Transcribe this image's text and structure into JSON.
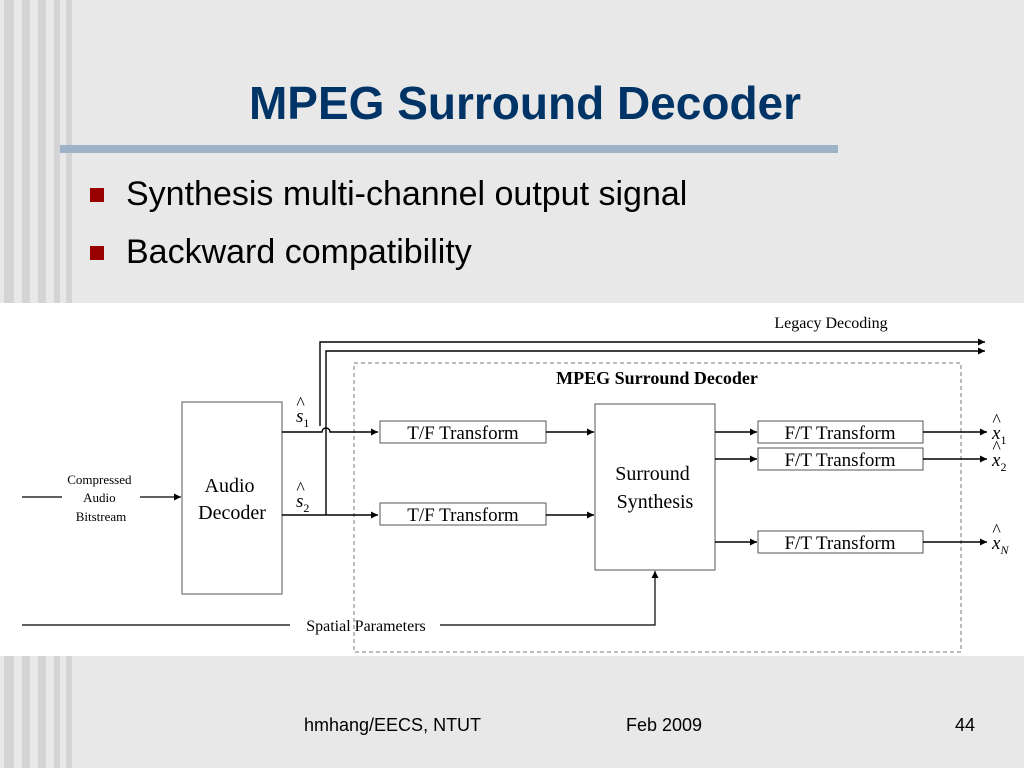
{
  "slide": {
    "title": "MPEG Surround Decoder",
    "bullets": [
      "Synthesis multi-channel output signal",
      "Backward compatibility"
    ]
  },
  "diagram": {
    "legacy_label": "Legacy Decoding",
    "box_title": "MPEG Surround Decoder",
    "input_label_lines": [
      "Compressed",
      "Audio",
      "Bitstream"
    ],
    "audio_decoder_lines": [
      "Audio",
      "Decoder"
    ],
    "tf_transform": [
      "T/F Transform",
      "T/F Transform"
    ],
    "surround_lines": [
      "Surround",
      "Synthesis"
    ],
    "ft_transform": [
      "F/T Transform",
      "F/T Transform",
      "F/T Transform"
    ],
    "s_signals": [
      {
        "base": "s",
        "sub": "1"
      },
      {
        "base": "s",
        "sub": "2"
      }
    ],
    "x_outputs": [
      {
        "base": "x",
        "sub": "1"
      },
      {
        "base": "x",
        "sub": "2"
      },
      {
        "base": "x",
        "sub": "N"
      }
    ],
    "spatial_label": "Spatial Parameters"
  },
  "footer": {
    "author": "hmhang/EECS, NTUT",
    "date": "Feb 2009",
    "page": "44"
  }
}
